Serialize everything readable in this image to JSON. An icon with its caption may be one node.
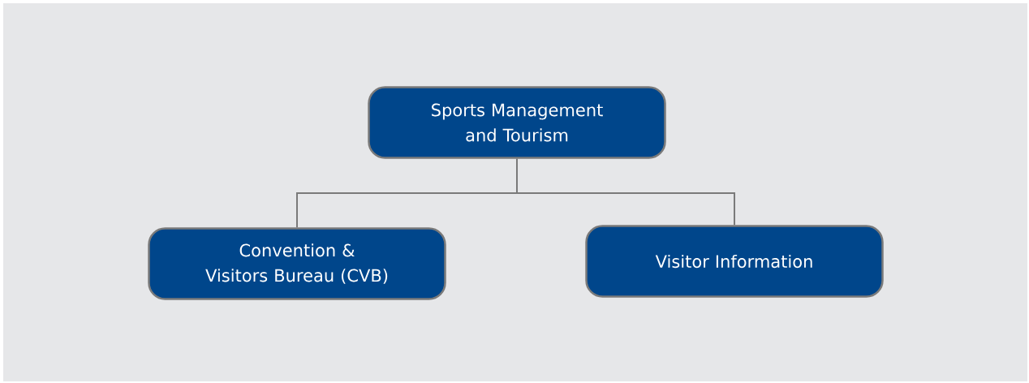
{
  "diagram": {
    "nodes": [
      {
        "text": [
          "Sports Management and Tourism"
        ]
      },
      {
        "text": [
          "Convention & Visitors Bureau (CVB)"
        ]
      },
      {
        "text": [
          "Visitor Information"
        ]
      }
    ],
    "edges": [
      {
        "from": 0,
        "to": 1,
        "arrow": "none"
      },
      {
        "from": 0,
        "to": 2,
        "arrow": "none"
      }
    ]
  }
}
